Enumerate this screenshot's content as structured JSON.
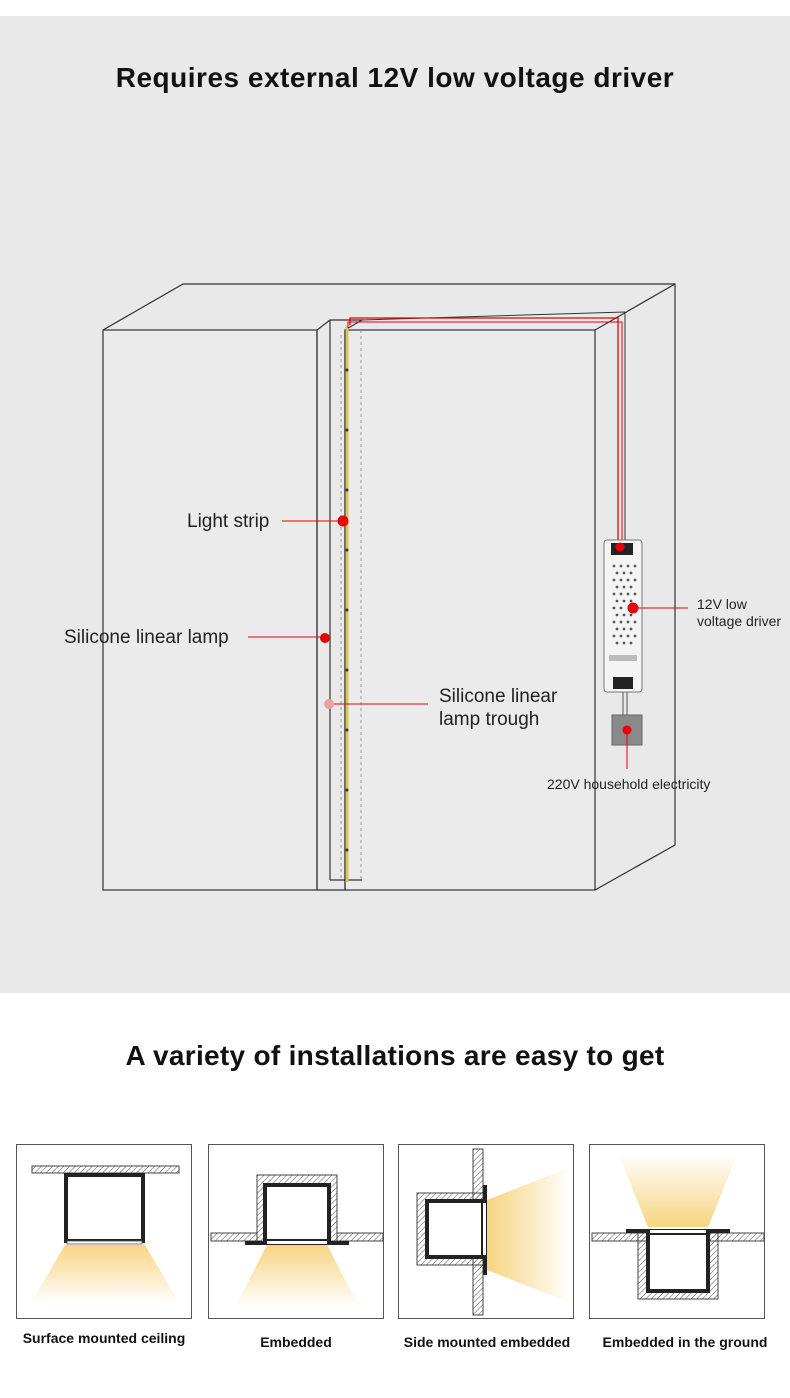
{
  "header": {
    "title": "Requires external 12V low voltage driver"
  },
  "diagram_labels": {
    "light_strip": "Light strip",
    "silicone_linear_lamp": "Silicone linear lamp",
    "trough_line1": "Silicone linear",
    "trough_line2": "lamp trough",
    "driver_line1": "12V low",
    "driver_line2": "voltage driver",
    "household": "220V household electricity"
  },
  "installations": {
    "title": "A variety of installations are easy to get",
    "items": [
      {
        "label": "Surface mounted ceiling"
      },
      {
        "label": "Embedded"
      },
      {
        "label": "Side mounted embedded"
      },
      {
        "label": "Embedded in the ground"
      }
    ]
  },
  "colors": {
    "background_panel": "#e9e9e9",
    "marker": "#e8000b",
    "wire": "#e8000b",
    "glow": "#f6d27a"
  }
}
